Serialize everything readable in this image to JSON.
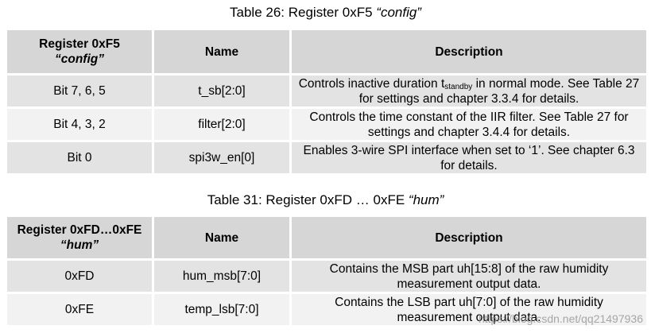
{
  "table1": {
    "caption_prefix": "Table 26: Register 0xF5 ",
    "caption_qualifier": "“config”",
    "headers": {
      "register_line1": "Register 0xF5",
      "register_line2": "“config”",
      "name": "Name",
      "description": "Description"
    },
    "rows": [
      {
        "bits": "Bit 7, 6, 5",
        "name": "t_sb[2:0]",
        "desc_before": "Controls inactive duration t",
        "desc_sub": "standby",
        "desc_after": " in normal mode. See Table 27 for settings and chapter 3.3.4 for details."
      },
      {
        "bits": "Bit 4, 3, 2",
        "name": "filter[2:0]",
        "desc_before": "Controls the time constant of the IIR filter. See Table 27 for settings and chapter 3.4.4 for details.",
        "desc_sub": "",
        "desc_after": ""
      },
      {
        "bits": "Bit 0",
        "name": "spi3w_en[0]",
        "desc_before": "Enables 3-wire SPI interface when set to ‘1’. See chapter 6.3 for details.",
        "desc_sub": "",
        "desc_after": ""
      }
    ]
  },
  "table2": {
    "caption_prefix": "Table 31: Register 0xFD … 0xFE ",
    "caption_qualifier": "“hum”",
    "headers": {
      "register_line1": "Register 0xFD…0xFE",
      "register_line2": "“hum”",
      "name": "Name",
      "description": "Description"
    },
    "rows": [
      {
        "bits": "0xFD",
        "name": "hum_msb[7:0]",
        "desc": "Contains the MSB part uh[15:8] of the raw humidity measurement output data."
      },
      {
        "bits": "0xFE",
        "name": "temp_lsb[7:0]",
        "desc": "Contains the LSB part uh[7:0] of the raw humidity measurement output data."
      }
    ]
  },
  "watermark": "https://blog.csdn.net/qq21497936"
}
